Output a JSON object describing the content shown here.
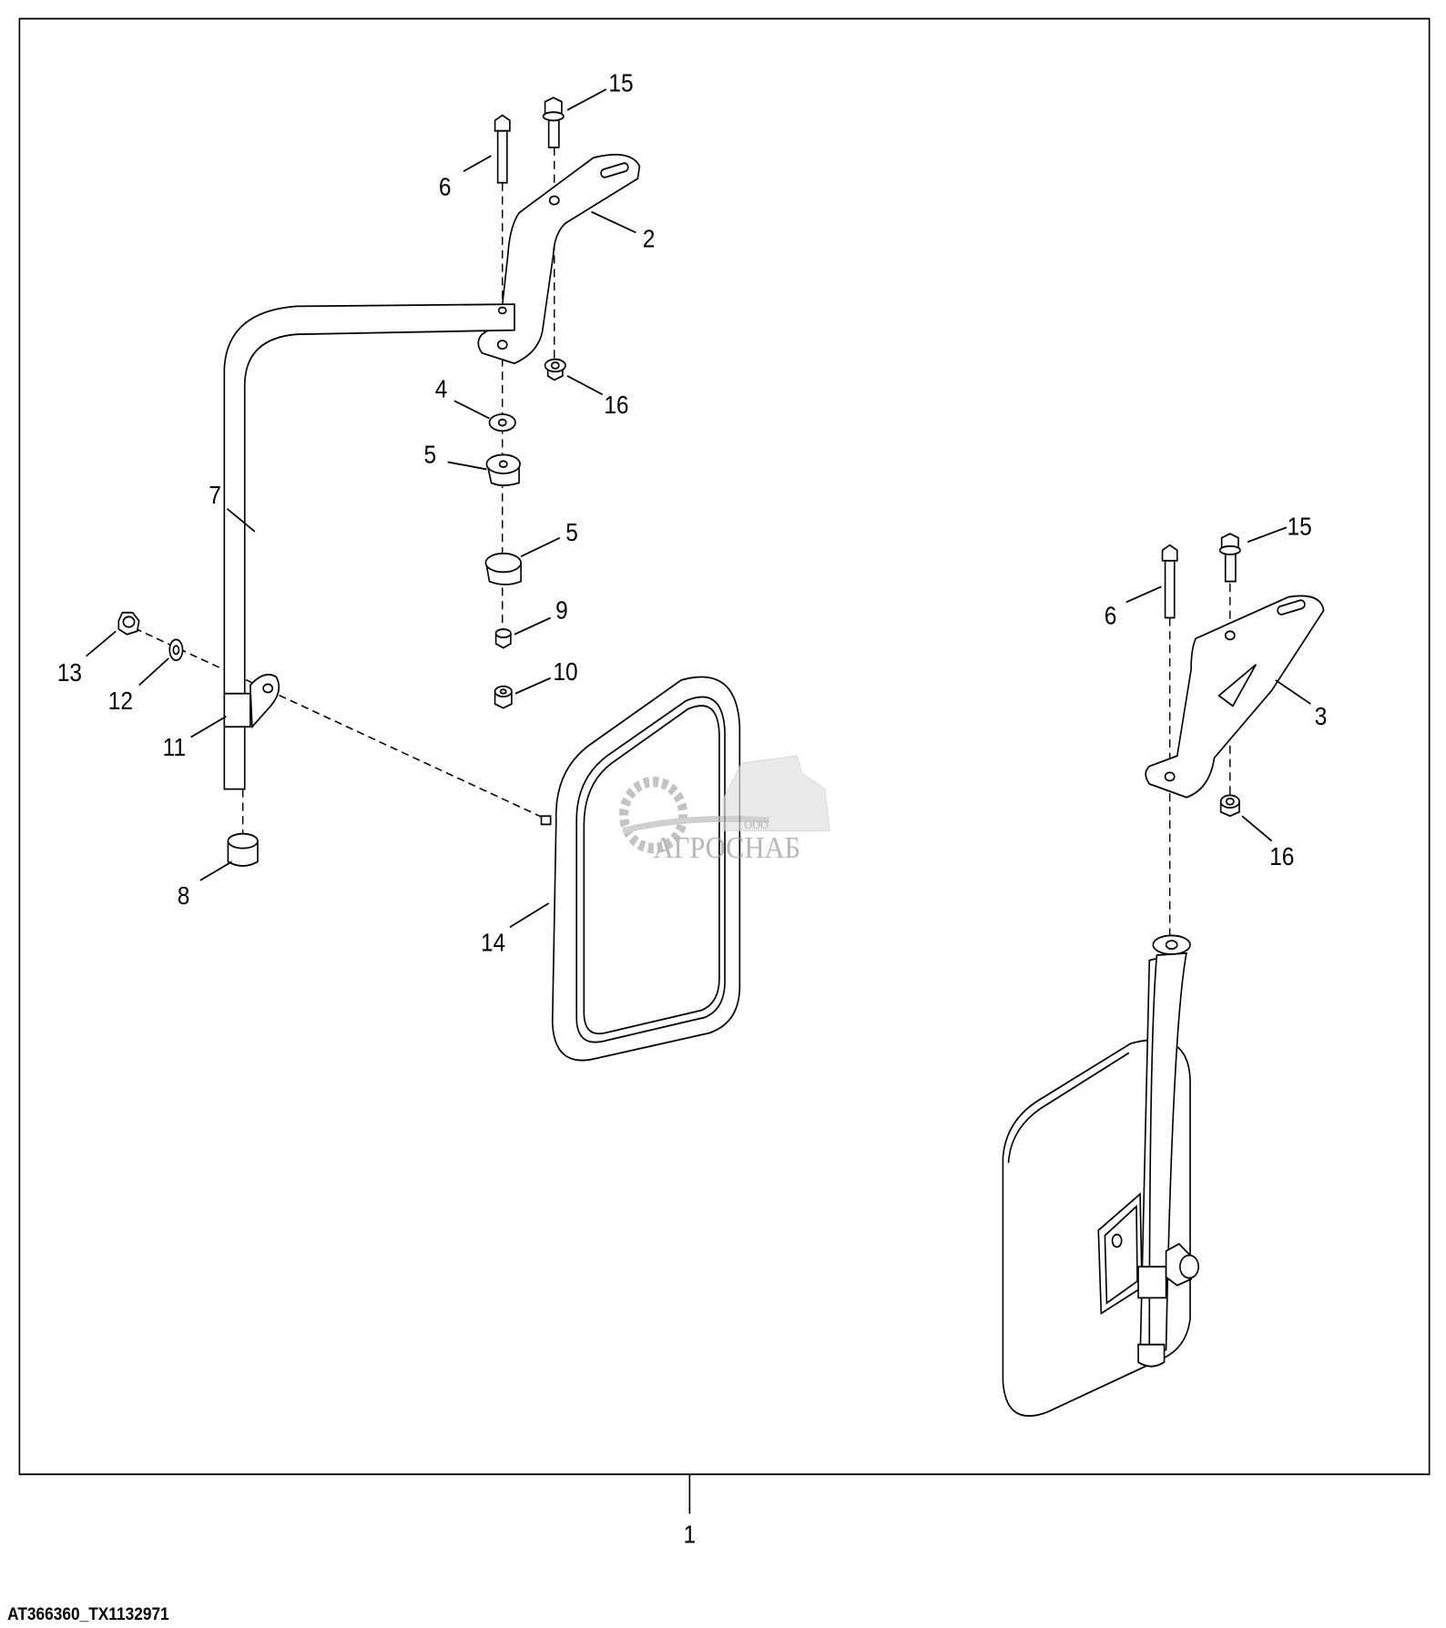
{
  "figure_id": "AT366360_TX1132971",
  "callouts": {
    "assembly": "1",
    "left_bracket": "2",
    "right_bracket": "3",
    "washer_4": "4",
    "bushing_upper": "5",
    "bushing_lower": "5",
    "bolt_left": "6",
    "bolt_right": "6",
    "arm": "7",
    "bushing_8": "8",
    "nut_9": "9",
    "nut_10": "10",
    "clamp_11": "11",
    "washer_12": "12",
    "nut_13": "13",
    "mirror_14": "14",
    "flange_bolt_left": "15",
    "flange_bolt_right": "15",
    "flange_nut_left": "16",
    "flange_nut_right": "16"
  },
  "watermark": {
    "prefix": "ООО",
    "name": "АГРОСНАБ"
  }
}
